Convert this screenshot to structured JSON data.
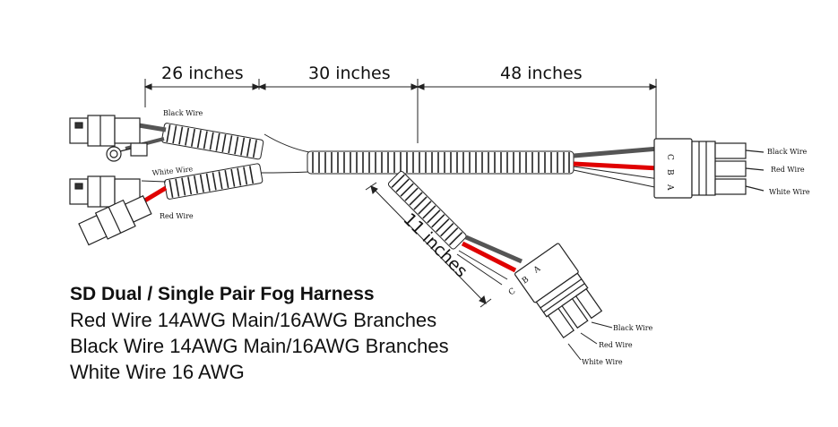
{
  "dimensions": {
    "seg1": "26 inches",
    "seg2": "30 inches",
    "seg3": "48 inches",
    "branch": "11 inches"
  },
  "wire_labels": {
    "left_black": "Black Wire",
    "left_white": "White Wire",
    "left_red": "Red Wire",
    "right_black": "Black Wire",
    "right_red": "Red Wire",
    "right_white": "White Wire",
    "lower_black": "Black Wire",
    "lower_red": "Red Wire",
    "lower_white": "White Wire"
  },
  "pin_labels": {
    "right": [
      "C",
      "B",
      "A"
    ],
    "lower": [
      "C",
      "B",
      "A"
    ]
  },
  "caption": {
    "title": "SD Dual / Single Pair Fog Harness",
    "line1": "Red Wire 14AWG Main/16AWG Branches",
    "line2": "Black Wire 14AWG Main/16AWG Branches",
    "line3": "White Wire 16 AWG"
  },
  "colors": {
    "red_wire": "#e00000",
    "black_wire": "#555555",
    "white_wire": "#ffffff",
    "outline": "#222222"
  }
}
